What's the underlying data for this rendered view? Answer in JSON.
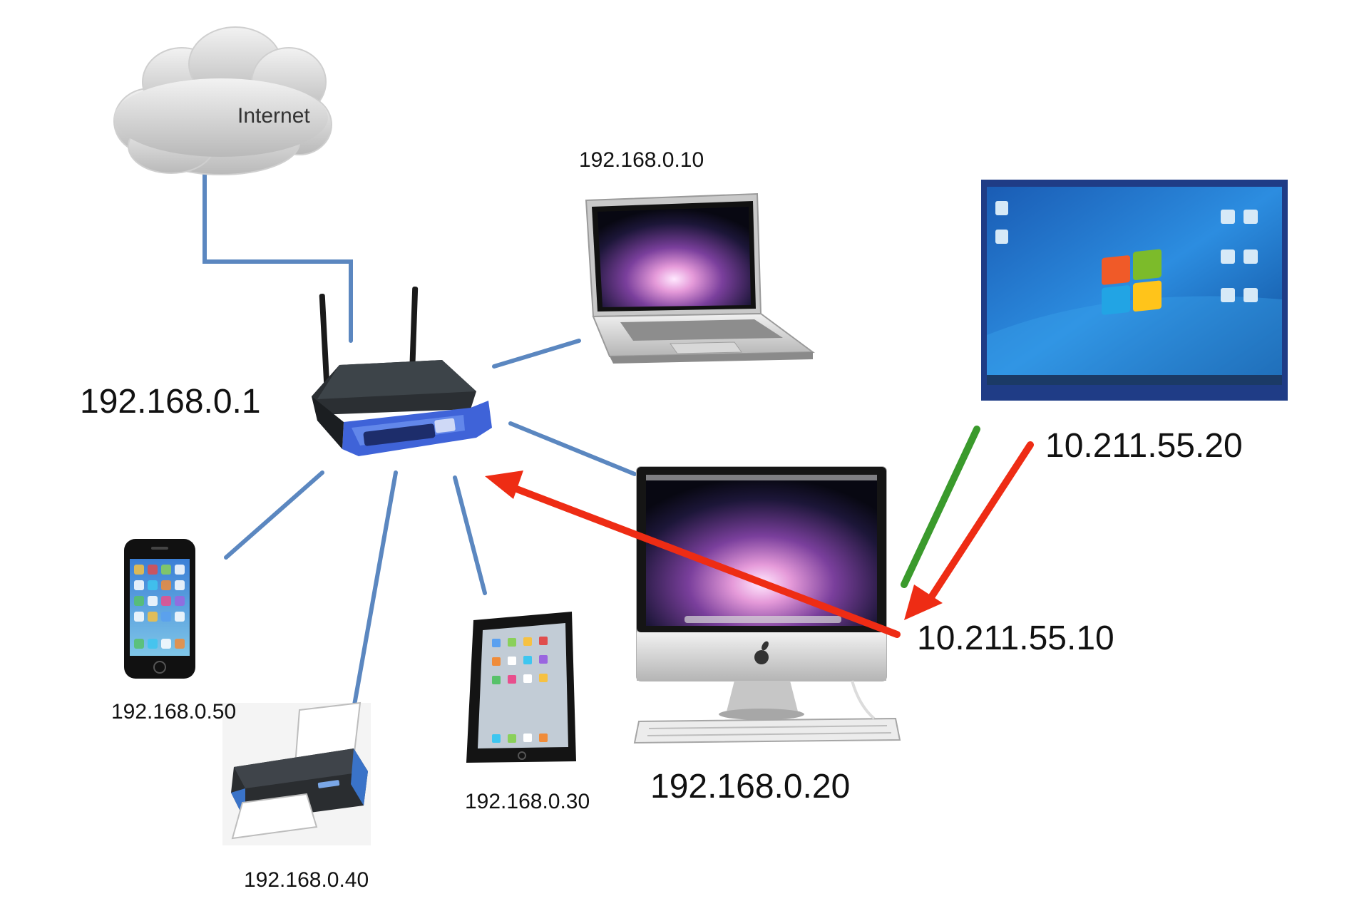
{
  "cloud": {
    "label": "Internet"
  },
  "labels": {
    "router": "192.168.0.1",
    "laptop": "192.168.0.10",
    "imac": "192.168.0.20",
    "ipad": "192.168.0.30",
    "printer": "192.168.0.40",
    "phone": "192.168.0.50",
    "vm_host": "10.211.55.10",
    "vm_guest": "10.211.55.20"
  },
  "colors": {
    "link": "#5b87c0",
    "arrow_red": "#ee2c14",
    "arrow_green": "#3a9a2c",
    "router_blue": "#3f63d8",
    "win_blue": "#1d5fb0"
  },
  "icons": [
    "cloud-icon",
    "router-icon",
    "laptop-icon",
    "imac-icon",
    "windows-vm-icon",
    "phone-icon",
    "tablet-icon",
    "printer-icon",
    "apple-logo-icon",
    "windows-logo-icon"
  ]
}
